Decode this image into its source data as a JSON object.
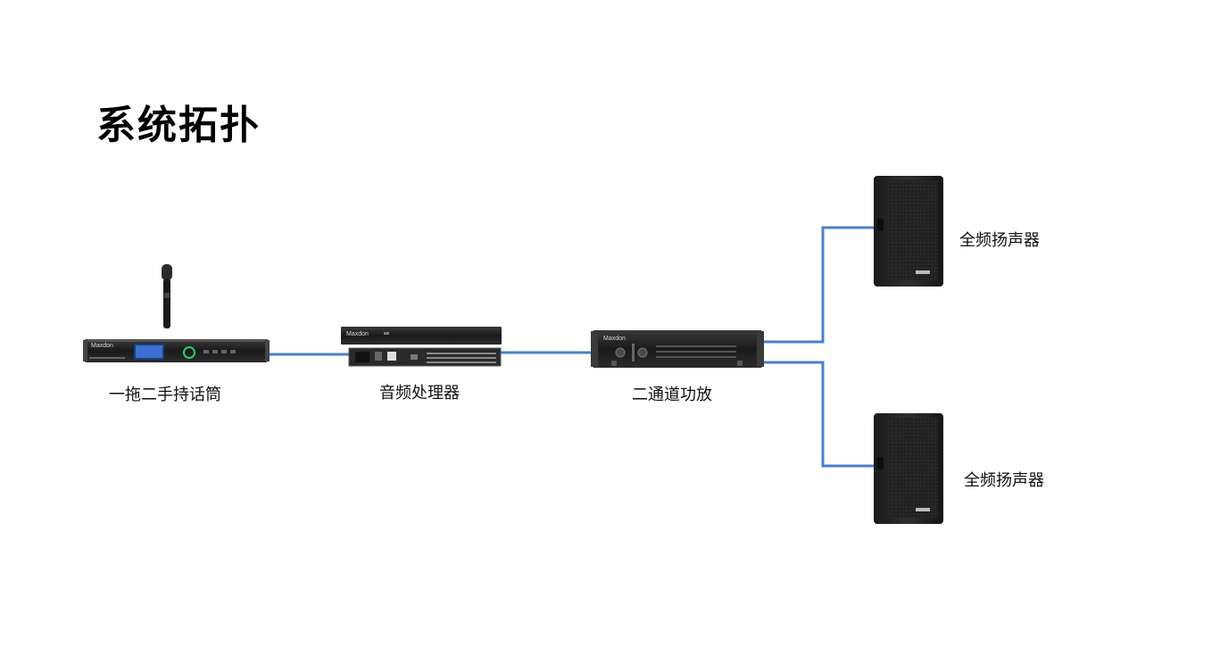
{
  "title": "系统拓扑",
  "colors": {
    "cable": "#4a7fc8",
    "device_body": "#1c1c1c",
    "device_panel": "#2a2a2a",
    "accent_green": "#2ecc71",
    "lcd": "#3a6fd1"
  },
  "devices": {
    "mic": {
      "label": "一拖二手持话筒",
      "icon": "wireless-microphone-receiver",
      "brand": "Maxdon"
    },
    "processor": {
      "label": "音频处理器",
      "icon": "audio-processor",
      "brand": "Maxdon"
    },
    "amplifier": {
      "label": "二通道功放",
      "icon": "two-channel-amplifier",
      "brand": "Maxdon"
    },
    "speaker_top": {
      "label": "全频扬声器",
      "icon": "full-range-speaker"
    },
    "speaker_bottom": {
      "label": "全频扬声器",
      "icon": "full-range-speaker"
    }
  }
}
